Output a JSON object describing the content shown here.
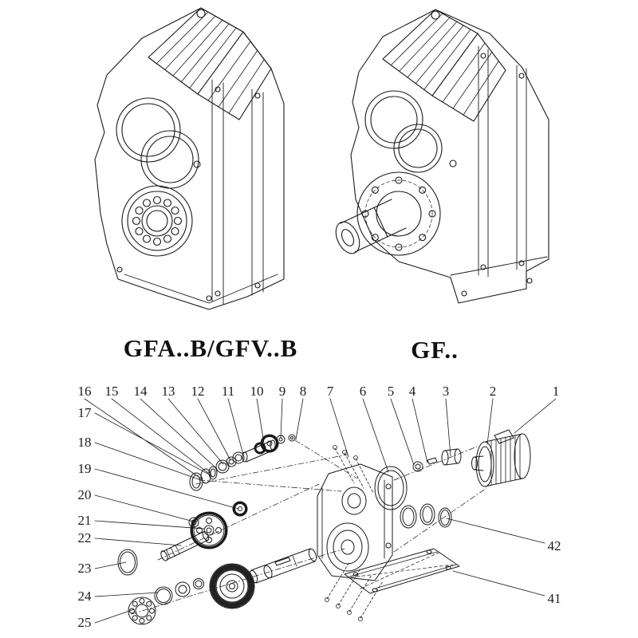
{
  "colors": {
    "background": "#ffffff",
    "line": "#1a1a1a"
  },
  "captions": {
    "left": "GFA..B/GFV..B",
    "right": "GF.."
  },
  "callouts": {
    "top": [
      "16",
      "15",
      "14",
      "13",
      "12",
      "11",
      "10",
      "9",
      "8",
      "7",
      "6",
      "5",
      "4",
      "3",
      "2",
      "1"
    ],
    "left": [
      "17",
      "18",
      "19",
      "20",
      "21",
      "22",
      "23",
      "24",
      "25"
    ],
    "right": [
      "42",
      "41"
    ]
  }
}
